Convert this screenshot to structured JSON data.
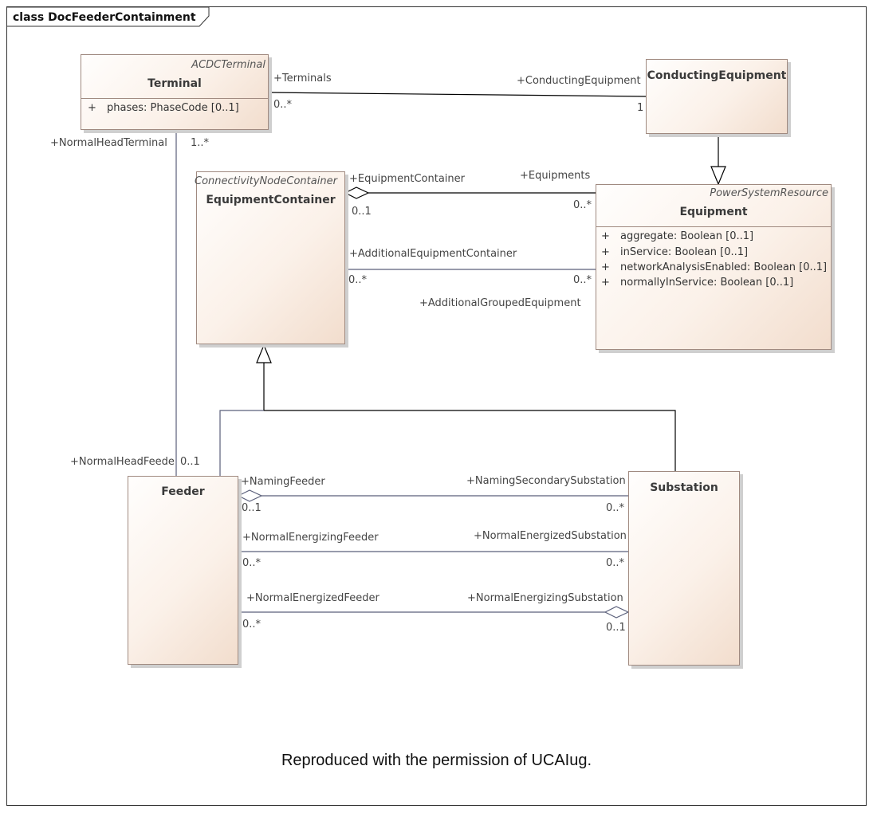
{
  "diagram": {
    "title": "class DocFeederContainment",
    "caption": "Reproduced with the permission of UCAIug."
  },
  "classes": {
    "terminal": {
      "stereotype": "ACDCTerminal",
      "name": "Terminal",
      "attributes": [
        {
          "visibility": "+",
          "text": "phases: PhaseCode [0..1]"
        }
      ]
    },
    "conducting_equipment": {
      "name": "ConductingEquipment"
    },
    "equipment_container": {
      "stereotype": "ConnectivityNodeContainer",
      "name": "EquipmentContainer"
    },
    "equipment": {
      "stereotype": "PowerSystemResource",
      "name": "Equipment",
      "attributes": [
        {
          "visibility": "+",
          "text": "aggregate: Boolean [0..1]"
        },
        {
          "visibility": "+",
          "text": "inService: Boolean [0..1]"
        },
        {
          "visibility": "+",
          "text": "networkAnalysisEnabled: Boolean [0..1]"
        },
        {
          "visibility": "+",
          "text": "normallyInService: Boolean [0..1]"
        }
      ]
    },
    "feeder": {
      "name": "Feeder"
    },
    "substation": {
      "name": "Substation"
    }
  },
  "associations": {
    "terminal_conducting": {
      "role_a": "+Terminals",
      "mult_a": "0..*",
      "role_b": "+ConductingEquipment",
      "mult_b": "1"
    },
    "terminal_feeder": {
      "role_a": "+NormalHeadTerminal",
      "mult_a": "1..*",
      "role_b": "+NormalHeadFeede",
      "mult_b": "0..1"
    },
    "container_equipment": {
      "role_a": "+EquipmentContainer",
      "mult_a": "0..1",
      "role_b": "+Equipments",
      "mult_b": "0..*"
    },
    "additional_container": {
      "role_a": "+AdditionalEquipmentContainer",
      "mult_a": "0..*",
      "role_b": "+AdditionalGroupedEquipment",
      "mult_b": "0..*"
    },
    "naming_feeder": {
      "role_a": "+NamingFeeder",
      "mult_a": "0..1",
      "role_b": "+NamingSecondarySubstation",
      "mult_b": "0..*"
    },
    "normal_energizing_feeder": {
      "role_a": "+NormalEnergizingFeeder",
      "mult_a": "0..*",
      "role_b": "+NormalEnergizedSubstation",
      "mult_b": "0..*"
    },
    "normal_energized_feeder": {
      "role_a": "+NormalEnergizedFeeder",
      "mult_a": "0..*",
      "role_b": "+NormalEnergizingSubstation",
      "mult_b": "0..1"
    }
  },
  "colors": {
    "line": "#000000",
    "generalization": "#5a5f7a",
    "border": "#a08a80"
  }
}
